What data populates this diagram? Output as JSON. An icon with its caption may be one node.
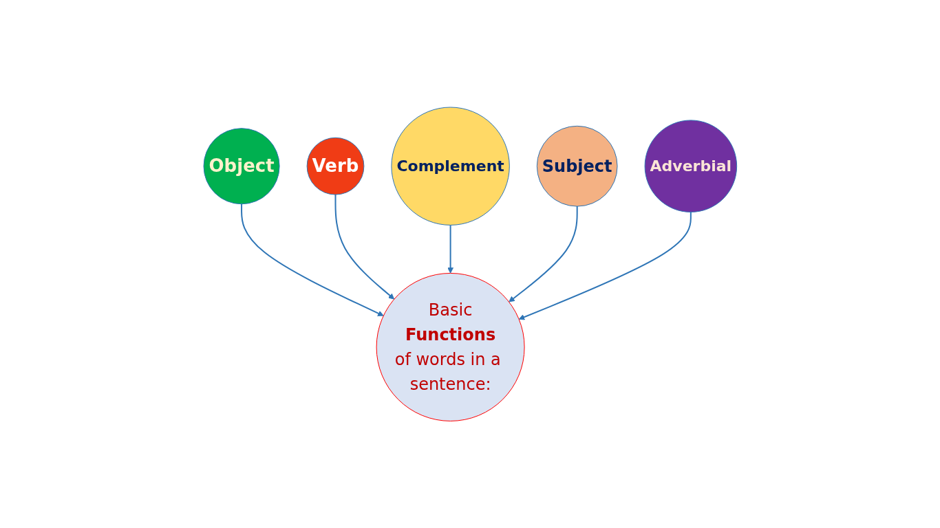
{
  "diagram": {
    "nodes": [
      {
        "text": [
          "Object"
        ]
      },
      {
        "text": [
          "Verb"
        ]
      },
      {
        "text": [
          "Complement"
        ]
      },
      {
        "text": [
          "Basic",
          "Functions",
          "of words in a sentence:"
        ]
      },
      {
        "text": [
          "Subject"
        ]
      },
      {
        "text": [
          "Adverbial"
        ]
      }
    ],
    "edges": [
      {
        "from": 0,
        "to": 3,
        "arrow": "to"
      },
      {
        "from": 1,
        "to": 3,
        "arrow": "to"
      },
      {
        "from": 2,
        "to": 3,
        "arrow": "to"
      },
      {
        "from": 4,
        "to": 3,
        "arrow": "to"
      },
      {
        "from": 5,
        "to": 3,
        "arrow": "to"
      }
    ]
  }
}
